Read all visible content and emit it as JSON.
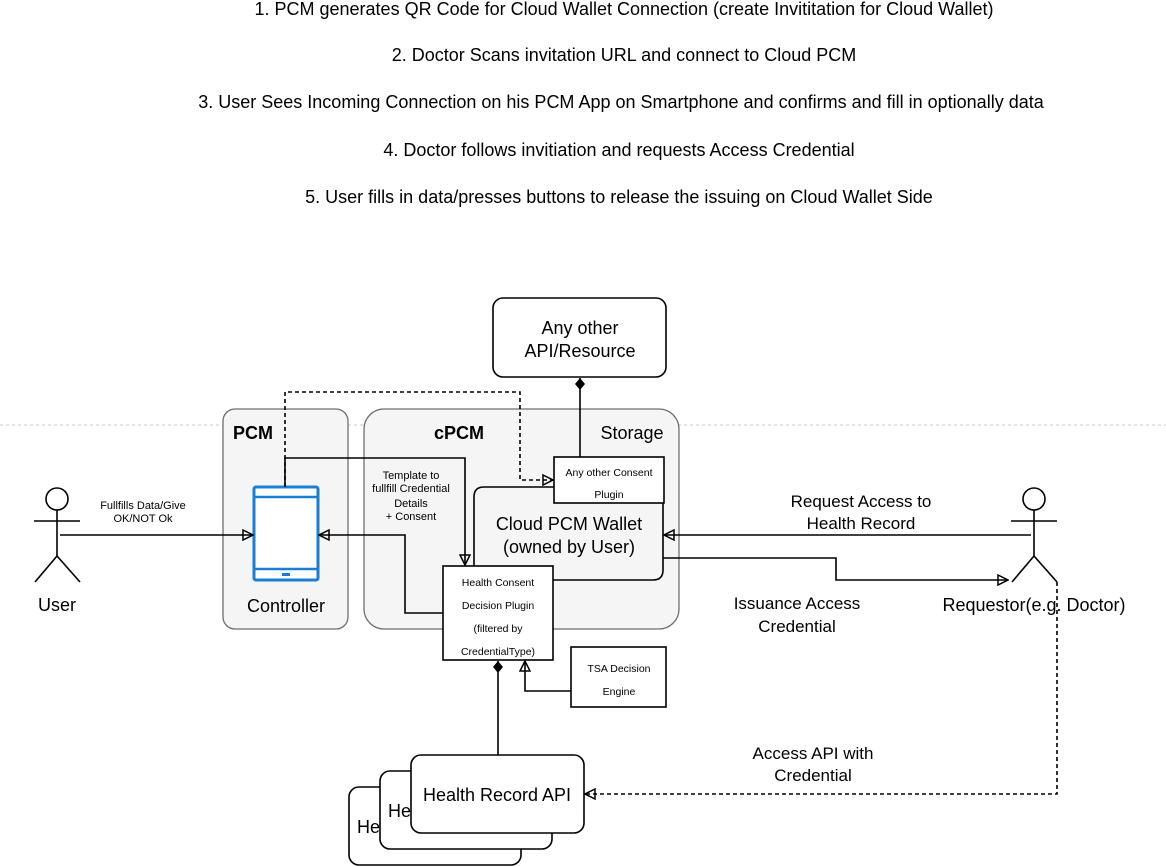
{
  "steps": [
    "1. PCM generates QR Code for Cloud Wallet Connection (create Invititation for Cloud Wallet)",
    "2. Doctor Scans invitation URL and connect to Cloud PCM",
    "3. User Sees Incoming Connection on his PCM App on Smartphone and confirms and fill in optionally data",
    "4. Doctor follows invitiation and requests Access Credential",
    "5. User fills in data/presses buttons to release the issuing on Cloud Wallet Side"
  ],
  "actors": {
    "user": "User",
    "requestor": "Requestor(e.g. Doctor)"
  },
  "containers": {
    "pcm": {
      "title": "PCM",
      "device_label": "Controller"
    },
    "cpcm": {
      "title": "cPCM",
      "storage": "Storage"
    }
  },
  "nodes": {
    "any_other_api": [
      "Any other",
      "API/Resource"
    ],
    "any_other_consent": [
      "Any other Consent",
      "Plugin"
    ],
    "cloud_wallet": [
      "Cloud PCM Wallet",
      "(owned by User)"
    ],
    "health_consent": [
      "Health Consent",
      "Decision Plugin",
      "(filtered by",
      "CredentialType)"
    ],
    "tsa": [
      "TSA Decision",
      "Engine"
    ],
    "health_record_api": "Health Record API",
    "health_record_back1": "He",
    "health_record_back2": "He"
  },
  "edge_labels": {
    "fulfills": [
      "Fullfills Data/Give",
      "OK/NOT Ok"
    ],
    "template": [
      "Template to",
      "fullfill Credential",
      "Details",
      "+ Consent"
    ],
    "request_access": [
      "Request Access to",
      "Health Record"
    ],
    "issuance": [
      "Issuance Access",
      "Credential"
    ],
    "access_api": [
      "Access API with",
      "Credential"
    ]
  },
  "colors": {
    "device": "#1a7fd4",
    "container_fill": "#f5f5f5",
    "container_stroke": "#6f6f6f",
    "separator": "#c8c8c8"
  }
}
